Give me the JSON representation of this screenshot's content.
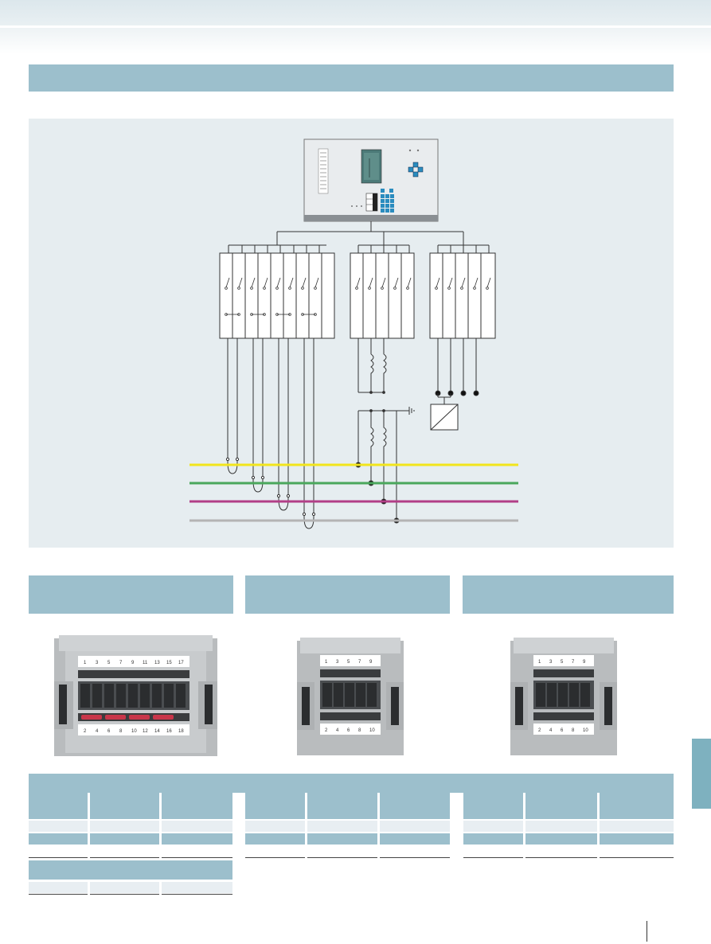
{
  "colors": {
    "header_band": "#dce7ec",
    "accent_blue": "#9cbfcc",
    "panel_bg": "#e6edf0",
    "side_tab": "#7eb1bf",
    "bus_yellow": "#f2e51c",
    "bus_green": "#4aa75c",
    "bus_magenta": "#b23f87",
    "bus_gray": "#b4b4b4",
    "device_display": "#4c7a78",
    "device_keys": "#2a8cbf"
  },
  "diagram": {
    "device": {
      "type": "protection-relay",
      "icons": [
        "display-screen",
        "navigation-keys",
        "keypad",
        "led-strip"
      ]
    },
    "terminal_groups": [
      {
        "name": "group-a",
        "switch_count": 8
      },
      {
        "name": "group-b",
        "switch_count": 5
      },
      {
        "name": "group-c",
        "switch_count": 5
      }
    ],
    "bus_lines": [
      "yellow",
      "green",
      "magenta",
      "gray"
    ],
    "transducer": "measuring-transducer-icon"
  },
  "products": [
    {
      "name": "terminal-block-large",
      "top_labels": [
        "1",
        "3",
        "5",
        "7",
        "9",
        "11",
        "13",
        "15",
        "17"
      ],
      "bottom_labels": [
        "2",
        "4",
        "6",
        "8",
        "10",
        "12",
        "14",
        "16",
        "18"
      ]
    },
    {
      "name": "terminal-block-medium",
      "top_labels": [
        "1",
        "3",
        "5",
        "7",
        "9"
      ],
      "bottom_labels": [
        "2",
        "4",
        "6",
        "8",
        "10"
      ]
    },
    {
      "name": "terminal-block-small",
      "top_labels": [
        "1",
        "3",
        "5",
        "7",
        "9"
      ],
      "bottom_labels": [
        "2",
        "4",
        "6",
        "8",
        "10"
      ]
    }
  ]
}
